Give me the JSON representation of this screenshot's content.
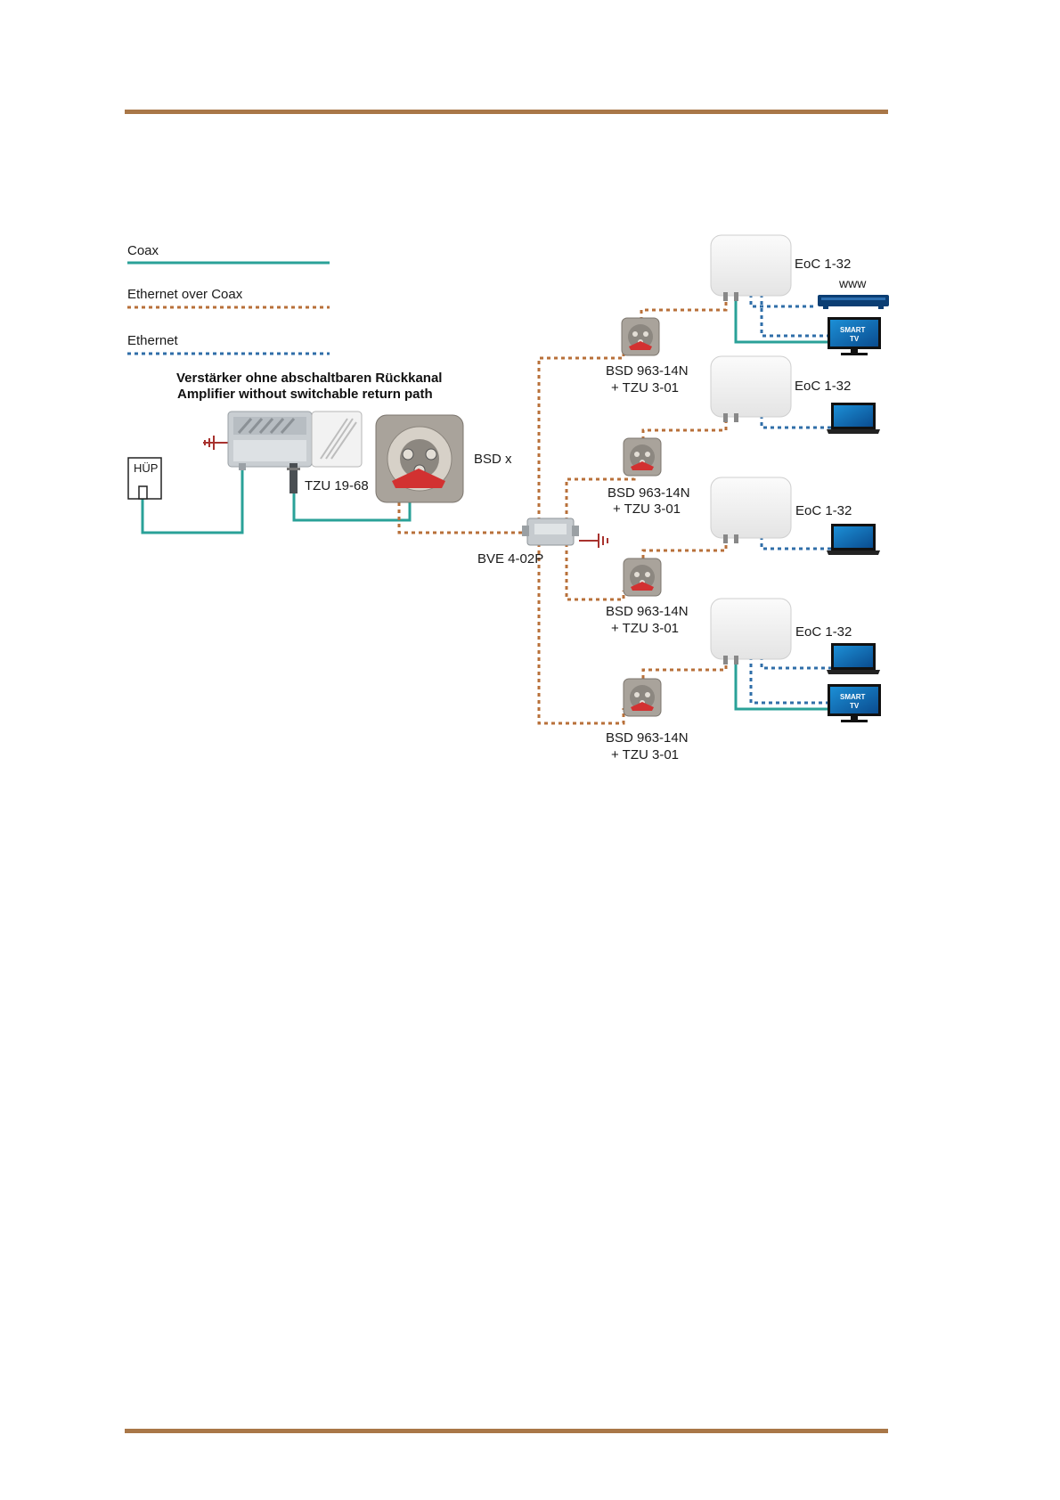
{
  "colors": {
    "rule": "#a97748",
    "coax": "#2aa198",
    "eoc": "#b8703a",
    "ethernet": "#2f6ea8"
  },
  "legend": {
    "coax": "Coax",
    "eoc": "Ethernet over Coax",
    "ethernet": "Ethernet"
  },
  "amplifier": {
    "title_de": "Verstärker ohne abschaltbaren Rückkanal",
    "title_en": "Amplifier without switchable return path"
  },
  "labels": {
    "hup": "HÜP",
    "tzu_19_68": "TZU 19-68",
    "bsd_x": "BSD x",
    "splitter": "BVE 4-02P",
    "www": "www"
  },
  "outlets": [
    {
      "model": "BSD 963-14N",
      "adapter": "+ TZU 3-01"
    },
    {
      "model": "BSD 963-14N",
      "adapter": "+ TZU 3-01"
    },
    {
      "model": "BSD 963-14N",
      "adapter": "+ TZU 3-01"
    },
    {
      "model": "BSD 963-14N",
      "adapter": "+ TZU 3-01"
    }
  ],
  "eoc_units": [
    {
      "label": "EoC 1-32",
      "devices": [
        "set-top-box",
        "smart-tv"
      ]
    },
    {
      "label": "EoC 1-32",
      "devices": [
        "laptop"
      ]
    },
    {
      "label": "EoC 1-32",
      "devices": [
        "laptop"
      ]
    },
    {
      "label": "EoC 1-32",
      "devices": [
        "laptop",
        "smart-tv"
      ]
    }
  ],
  "smart_tv": {
    "line1": "SMART",
    "line2": "TV"
  }
}
